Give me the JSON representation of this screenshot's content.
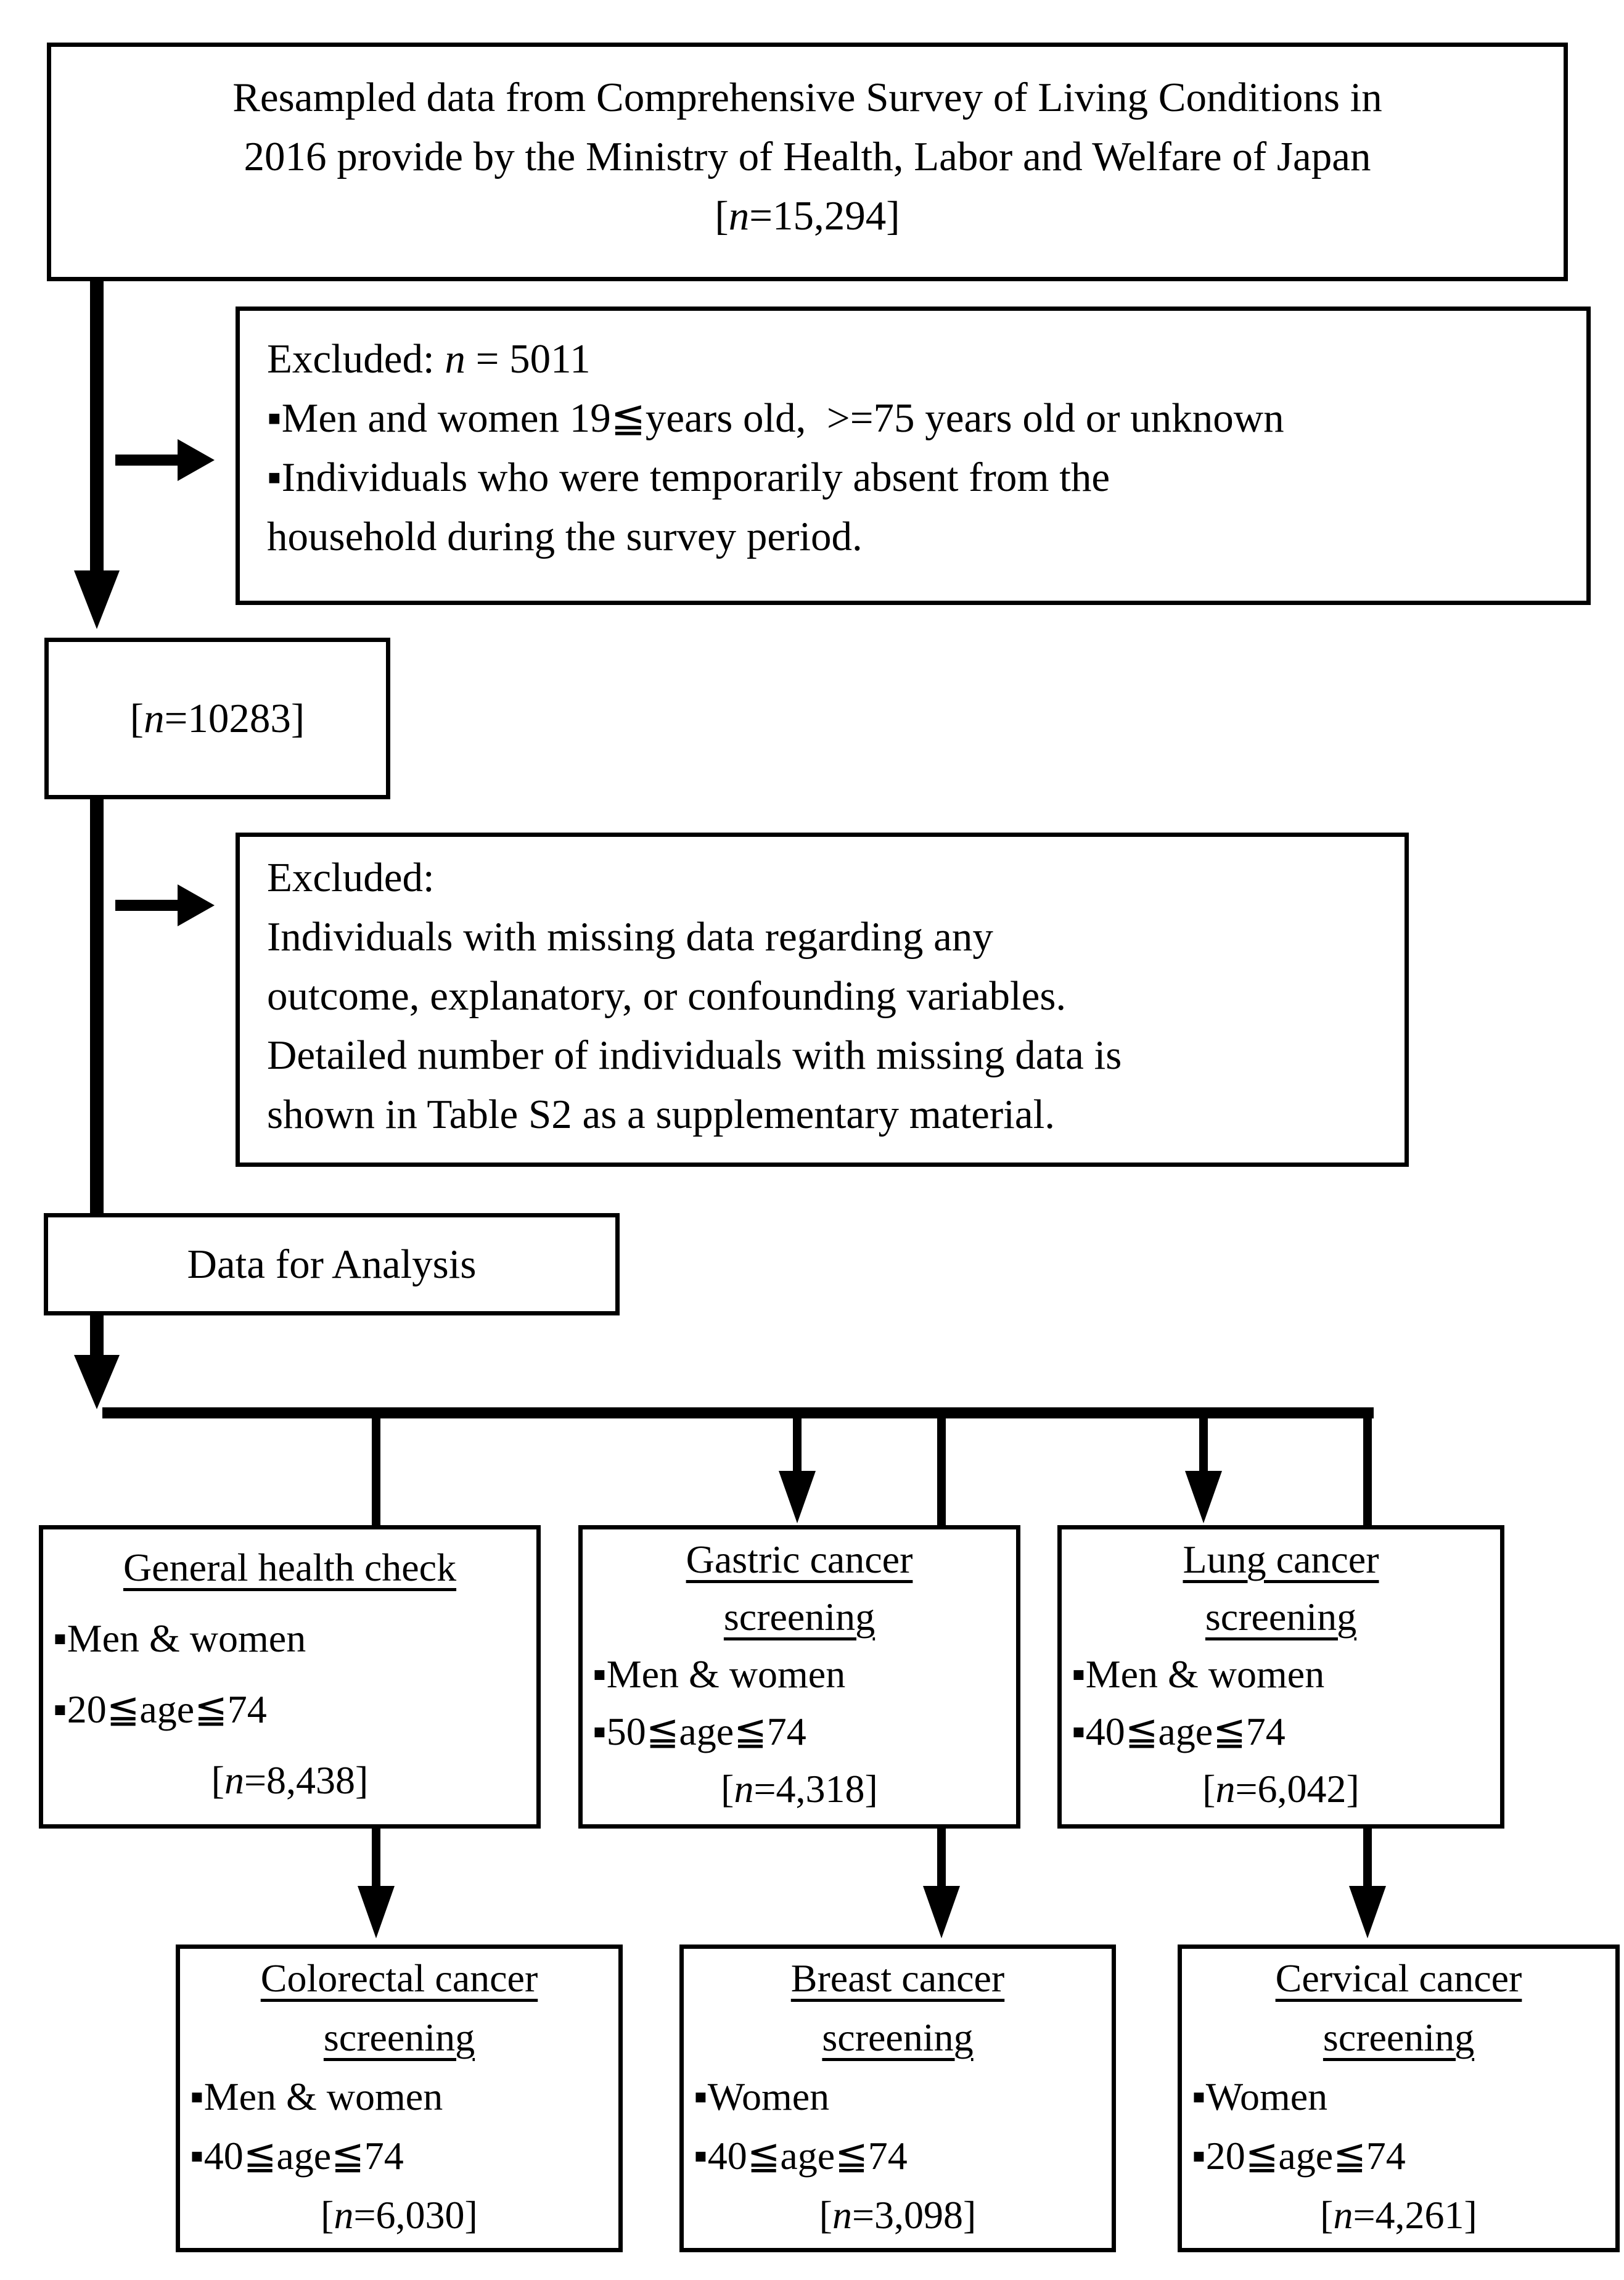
{
  "page": {
    "background": "#ffffff",
    "ink": "#000000"
  },
  "top_box": {
    "line1": "Resampled data from Comprehensive Survey of Living Conditions in",
    "line2": "2016 provide by the Ministry of Health, Labor and Welfare of Japan",
    "n": {
      "pre": "[",
      "var": "n",
      "post": "=15,294]"
    }
  },
  "excluded1": {
    "heading": {
      "pre": "Excluded: ",
      "var": "n",
      "post": " = 5011"
    },
    "lines": [
      "▪Men and women 19≦years old,  >=75 years old or unknown",
      "▪Individuals who were temporarily absent from the",
      "household during the survey period."
    ]
  },
  "n10283": {
    "pre": "[",
    "var": "n",
    "post": "=10283]"
  },
  "excluded2": {
    "heading": "Excluded:",
    "lines": [
      "Individuals with missing data regarding any",
      "outcome, explanatory, or confounding variables.",
      "Detailed number of individuals with missing data is",
      "shown in Table S2 as a supplementary material."
    ]
  },
  "data_for_analysis": {
    "label": "Data for Analysis"
  },
  "screen_boxes": [
    {
      "title_lines": [
        "General health check"
      ],
      "items": [
        "▪Men & women",
        "▪20≦age≦74"
      ],
      "n": {
        "pre": "[",
        "var": "n",
        "post": "=8,438]"
      }
    },
    {
      "title_lines": [
        "Gastric cancer",
        "screening"
      ],
      "items": [
        "▪Men & women",
        "▪50≦age≦74"
      ],
      "n": {
        "pre": "[",
        "var": "n",
        "post": "=4,318]"
      }
    },
    {
      "title_lines": [
        "Lung cancer",
        "screening"
      ],
      "items": [
        "▪Men & women",
        "▪40≦age≦74"
      ],
      "n": {
        "pre": "[",
        "var": "n",
        "post": "=6,042]"
      }
    },
    {
      "title_lines": [
        "Colorectal cancer",
        "screening"
      ],
      "items": [
        "▪Men & women",
        "▪40≦age≦74"
      ],
      "n": {
        "pre": "[",
        "var": "n",
        "post": "=6,030]"
      }
    },
    {
      "title_lines": [
        "Breast cancer",
        "screening"
      ],
      "items": [
        "▪Women",
        "▪40≦age≦74"
      ],
      "n": {
        "pre": "[",
        "var": "n",
        "post": "=3,098]"
      }
    },
    {
      "title_lines": [
        "Cervical cancer",
        "screening"
      ],
      "items": [
        "▪Women",
        "▪20≦age≦74"
      ],
      "n": {
        "pre": "[",
        "var": "n",
        "post": "=4,261]"
      }
    }
  ]
}
